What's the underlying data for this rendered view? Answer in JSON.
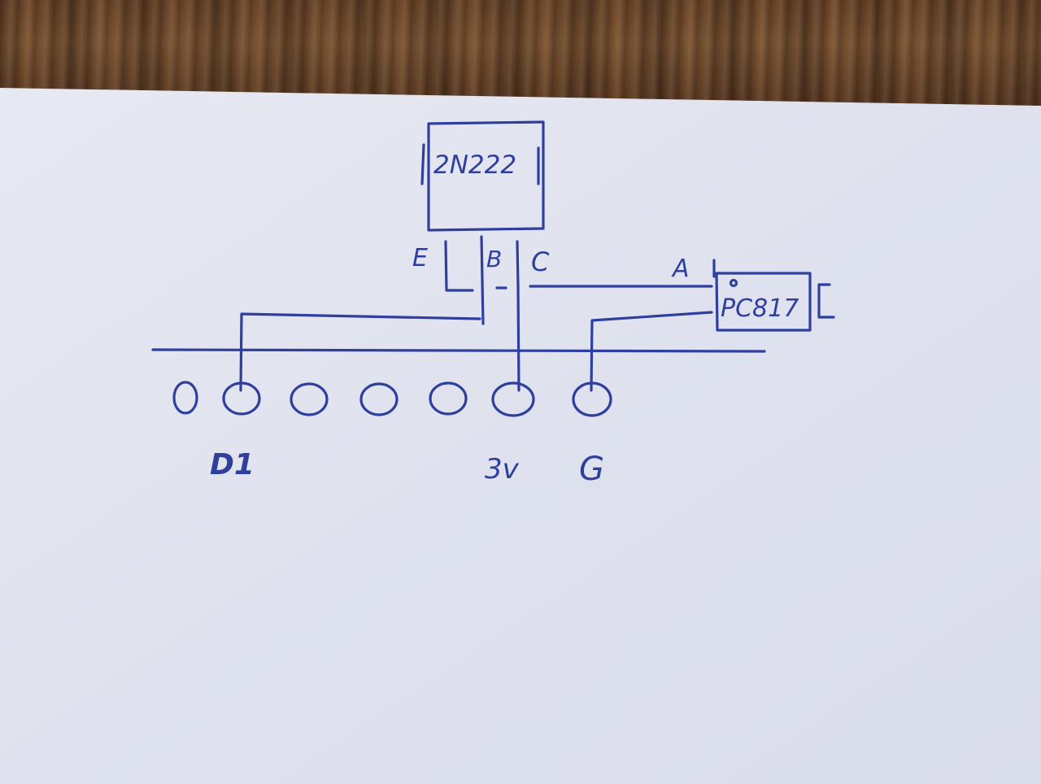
{
  "diagram": {
    "transistor": {
      "label": "2N222"
    },
    "transistor_pins": {
      "emitter": "E",
      "base": "B",
      "collector": "C"
    },
    "optocoupler": {
      "label": "PC817",
      "anode_label": "A"
    },
    "pin_labels": {
      "d1": "D1",
      "v3": "3v",
      "gnd": "G"
    },
    "ink_color": "#2f3f9e",
    "paper_color": "#dfe2ee"
  }
}
